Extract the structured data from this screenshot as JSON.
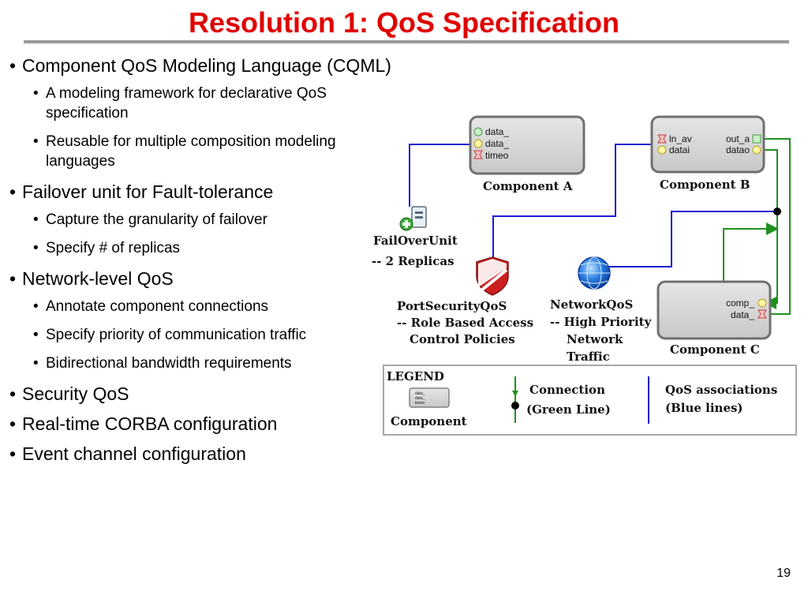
{
  "slide": {
    "title": "Resolution 1: QoS Specification",
    "page_number": "19"
  },
  "bullets": [
    {
      "level": 1,
      "text": "Component QoS Modeling Language (CQML)"
    },
    {
      "level": 2,
      "text": "A modeling framework for declarative QoS specification"
    },
    {
      "level": 2,
      "text": "Reusable for multiple composition modeling languages"
    },
    {
      "level": 1,
      "text": "Failover unit for Fault-tolerance"
    },
    {
      "level": 2,
      "text": "Capture the granularity of failover"
    },
    {
      "level": 2,
      "text": "Specify # of replicas"
    },
    {
      "level": 1,
      "text": "Network-level QoS"
    },
    {
      "level": 2,
      "text": "Annotate component connections"
    },
    {
      "level": 2,
      "text": "Specify priority of communication traffic"
    },
    {
      "level": 2,
      "text": "Bidirectional bandwidth requirements"
    },
    {
      "level": 1,
      "text": "Security QoS"
    },
    {
      "level": 1,
      "text": "Real-time CORBA configuration"
    },
    {
      "level": 1,
      "text": "Event channel configuration"
    }
  ],
  "diagram": {
    "component_a": {
      "label": "Component A",
      "ports": [
        "data_",
        "data_",
        "timeo"
      ]
    },
    "component_b": {
      "label": "Component B",
      "left_ports": [
        "ln_av",
        "datai"
      ],
      "right_ports": [
        "out_a",
        "datao"
      ]
    },
    "component_c": {
      "label": "Component C",
      "ports": [
        "comp_",
        "data_"
      ]
    },
    "failover": {
      "label": "FailOverUnit",
      "sublabel": "-- 2 Replicas"
    },
    "port_security": {
      "label": "PortSecurityQoS",
      "line2": "-- Role Based Access",
      "line3": "Control Policies"
    },
    "network_qos": {
      "label": "NetworkQoS",
      "line2": "-- High Priority",
      "line3": "Network",
      "line4": "Traffic"
    },
    "legend": {
      "title": "LEGEND",
      "component_label": "Component",
      "mini_ports": [
        "data_",
        "data_",
        "timeo"
      ],
      "connection_label": "Connection",
      "connection_sub": "(Green Line)",
      "qos_label": "QoS associations",
      "qos_sub": "(Blue lines)"
    },
    "colors": {
      "blue": "#1a1ad0",
      "green": "#1f8f1f",
      "component_fill": "#d8d8d8",
      "component_border": "#707070"
    }
  }
}
